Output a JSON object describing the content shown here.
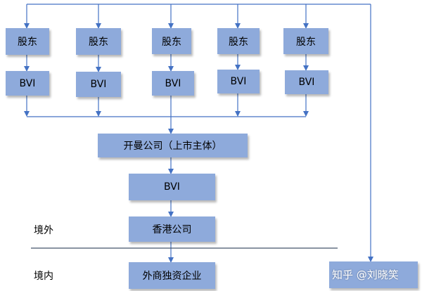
{
  "shareholders": [
    {
      "shareholder": "股东",
      "bvi": "BVI"
    },
    {
      "shareholder": "股东",
      "bvi": "BVI"
    },
    {
      "shareholder": "股东",
      "bvi": "BVI"
    },
    {
      "shareholder": "股东",
      "bvi": "BVI"
    },
    {
      "shareholder": "股东",
      "bvi": "BVI"
    }
  ],
  "listed_company": "开曼公司（上市主体）",
  "middle_bvi": "BVI",
  "hk_company": "香港公司",
  "wfoe": "外商独资企业",
  "region_outside": "境外",
  "region_inside": "境内",
  "watermark": "知乎 @刘晓笑"
}
